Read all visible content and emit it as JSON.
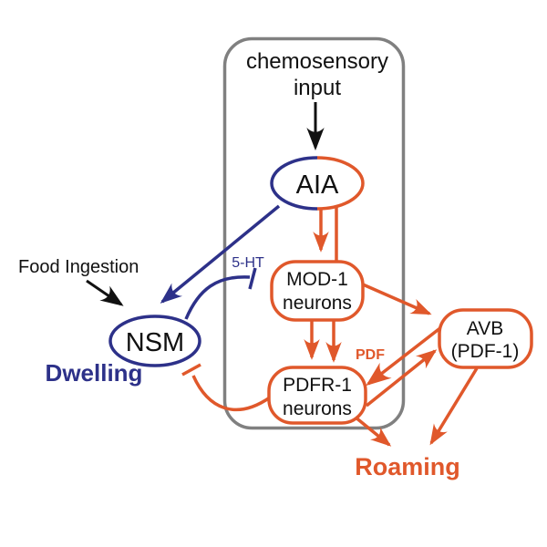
{
  "colors": {
    "orange": "#E0582B",
    "navy": "#2D3189",
    "grey": "#808080",
    "black": "#111111"
  },
  "container": {
    "line1": "chemosensory",
    "line2": "input"
  },
  "nodes": {
    "aia": {
      "label": "AIA"
    },
    "mod1": {
      "line1": "MOD-1",
      "line2": "neurons"
    },
    "pdfr1": {
      "line1": "PDFR-1",
      "line2": "neurons"
    },
    "avb": {
      "line1": "AVB",
      "line2": "(PDF-1)"
    },
    "nsm": {
      "label": "NSM"
    }
  },
  "labels": {
    "food_ingestion": "Food Ingestion",
    "dwelling": "Dwelling",
    "roaming": "Roaming",
    "serotonin": "5-HT",
    "pdf": "PDF"
  },
  "edges": [
    {
      "from": "chemosensory input",
      "to": "AIA",
      "type": "arrow",
      "color": "black"
    },
    {
      "from": "Food Ingestion",
      "to": "NSM",
      "type": "arrow",
      "color": "black"
    },
    {
      "from": "AIA",
      "to": "NSM",
      "type": "arrow",
      "color": "navy"
    },
    {
      "from": "NSM",
      "to": "MOD-1 neurons",
      "type": "inhibition",
      "label": "5-HT",
      "color": "navy"
    },
    {
      "from": "AIA",
      "to": "MOD-1 neurons",
      "type": "arrow-with-parallel-line",
      "color": "orange"
    },
    {
      "from": "MOD-1 neurons",
      "to": "PDFR-1 neurons",
      "type": "double-arrow",
      "color": "orange"
    },
    {
      "from": "MOD-1 neurons",
      "to": "AVB (PDF-1)",
      "type": "arrow",
      "color": "orange"
    },
    {
      "from": "AVB (PDF-1)",
      "to": "PDFR-1 neurons",
      "type": "arrow",
      "label": "PDF",
      "color": "orange"
    },
    {
      "from": "PDFR-1 neurons",
      "to": "AVB (PDF-1)",
      "type": "arrow",
      "color": "orange"
    },
    {
      "from": "PDFR-1 neurons",
      "to": "Roaming",
      "type": "arrow",
      "color": "orange"
    },
    {
      "from": "AVB (PDF-1)",
      "to": "Roaming",
      "type": "arrow",
      "color": "orange"
    },
    {
      "from": "PDFR-1 neurons",
      "to": "NSM",
      "type": "inhibition",
      "color": "orange"
    }
  ]
}
